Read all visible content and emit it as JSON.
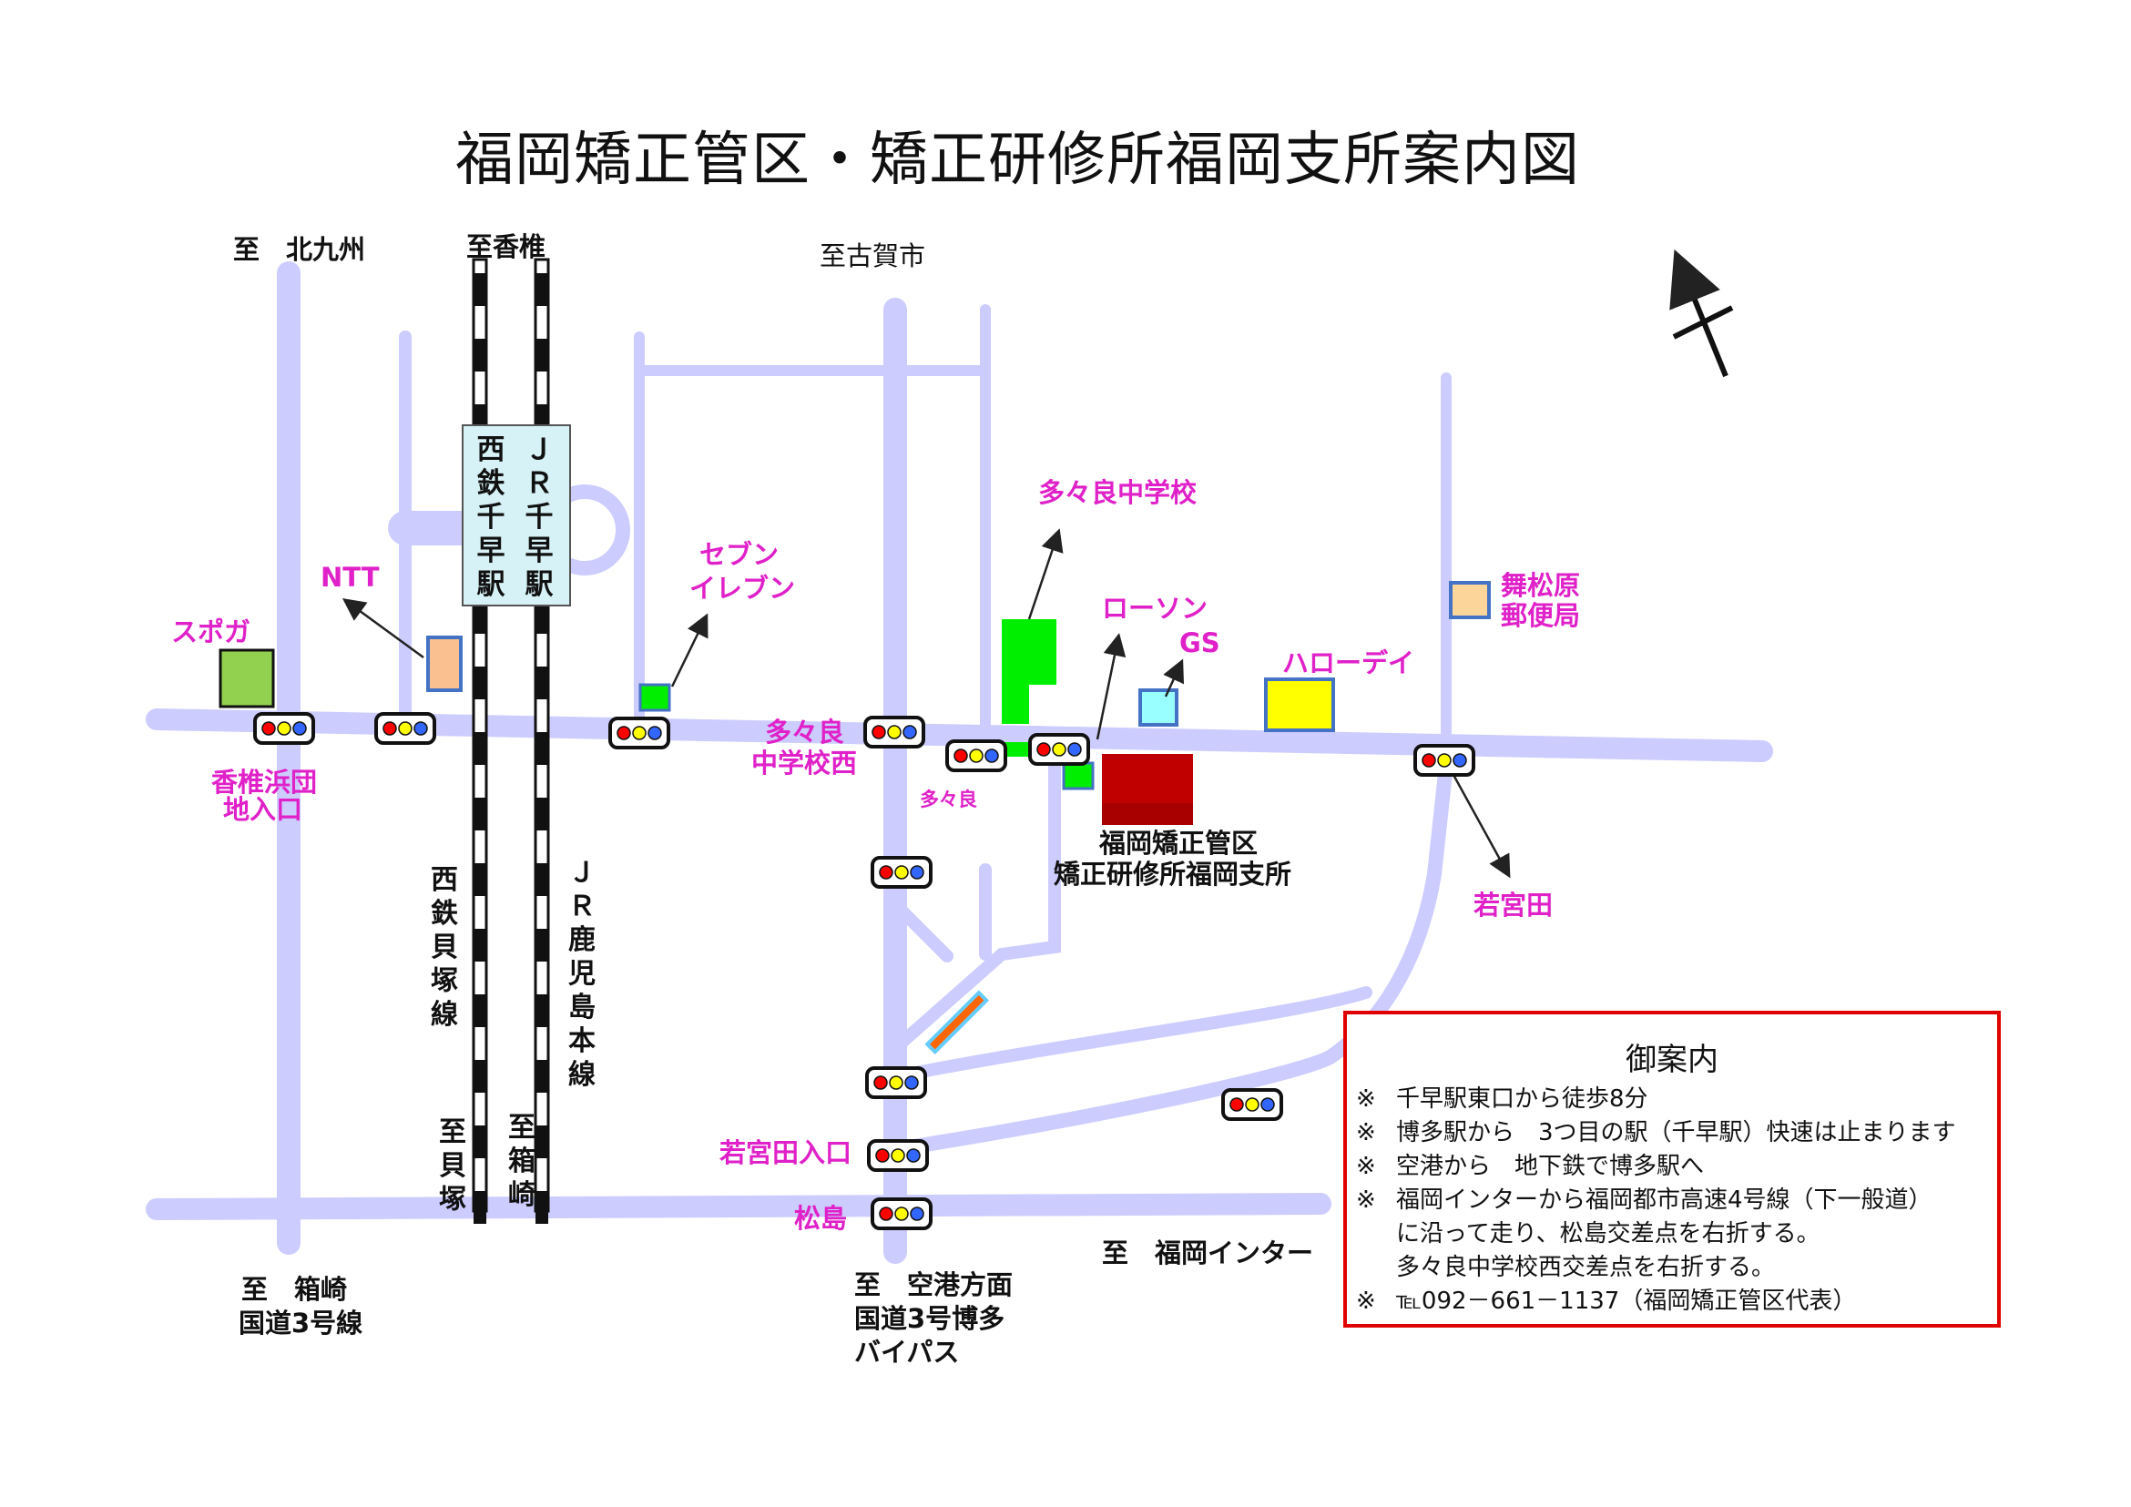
{
  "title": "福岡矯正管区・矯正研修所福岡支所案内図",
  "directions": {
    "kitakyushu": "至　北九州",
    "kashii": "至香椎",
    "koga": "至古賀市",
    "hakozaki": "至　箱崎",
    "route3": "国道3号線",
    "kaizuka": "至貝塚",
    "hakozaki_rail": "至箱崎",
    "airport_1": "至　空港方面",
    "airport_2": "国道3号博多",
    "airport_3": "バイパス",
    "fukuoka_ic": "至　福岡インター"
  },
  "station": {
    "col_left": "西鉄千早駅",
    "col_right": "ＪＲ千早駅"
  },
  "lines": {
    "nishitetsu": "西鉄貝塚線",
    "jr": "ＪＲ鹿児島本線"
  },
  "landmarks": {
    "ntt": "NTT",
    "supoga": "スポガ",
    "seven_1": "セブン",
    "seven_2": "イレブン",
    "junior_high": "多々良中学校",
    "lawson": "ローソン",
    "gs": "GS",
    "halloday": "ハローデイ",
    "post_1": "舞松原",
    "post_2": "郵便局"
  },
  "intersections": {
    "kashiihama_1": "香椎浜団",
    "kashiihama_2": "地入口",
    "tatara_west_1": "多々良",
    "tatara_west_2": "中学校西",
    "tatara": "多々良",
    "wakamiyada": "若宮田",
    "wakamiyada_entrance": "若宮田入口",
    "matsushima": "松島"
  },
  "target": {
    "line1": "福岡矯正管区",
    "line2": "矯正研修所福岡支所"
  },
  "guide": {
    "title": "御案内",
    "mark": "※",
    "lines": [
      "千早駅東口から徒歩8分",
      "博多駅から　3つ目の駅（千早駅）快速は止まります",
      "空港から　地下鉄で博多駅へ",
      "福岡インターから福岡都市高速4号線（下一般道）",
      "に沿って走り、松島交差点を右折する。",
      "多々良中学校西交差点を右折する。",
      "℡092－661－1137（福岡矯正管区代表）"
    ]
  },
  "colors": {
    "road": "#ccccff",
    "label_magenta": "#e020c8",
    "building_target": "#c00000",
    "school": "#00ee00",
    "guide_border": "#e00000"
  }
}
